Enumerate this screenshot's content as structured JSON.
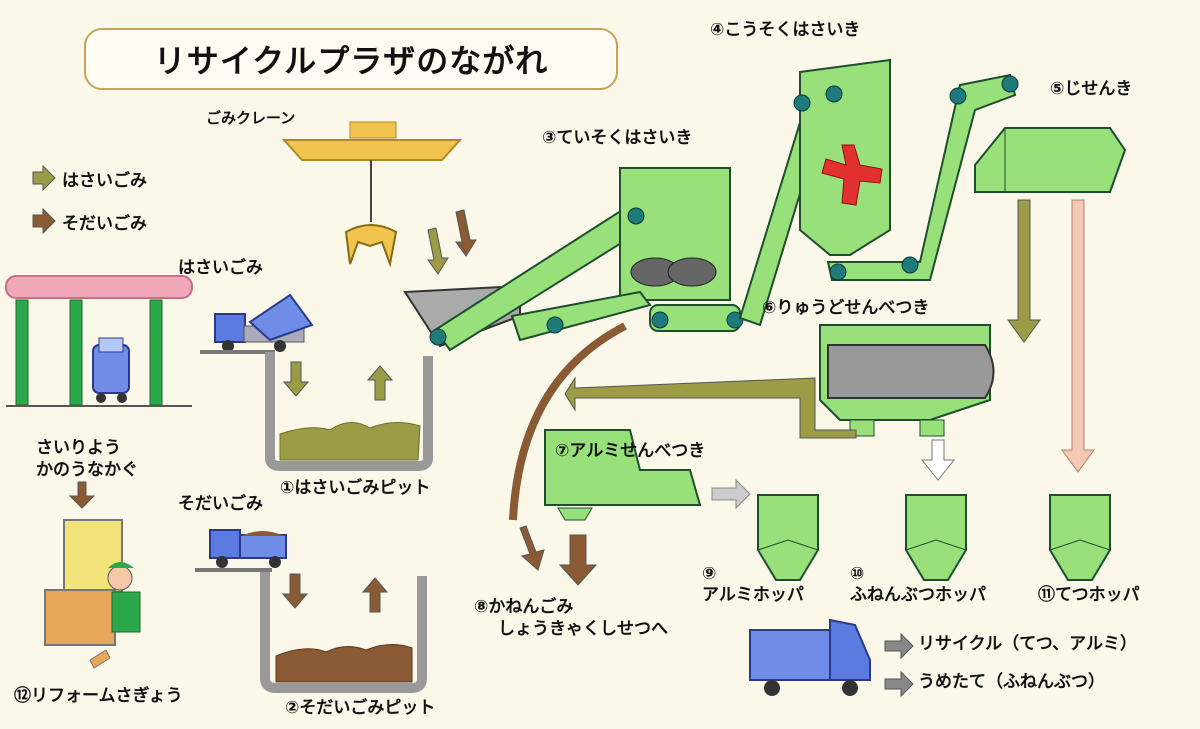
{
  "title": "リサイクルプラザのながれ",
  "legend": [
    {
      "label": "はさいごみ",
      "color": "#9b9c45"
    },
    {
      "label": "そだいごみ",
      "color": "#8a5a35"
    }
  ],
  "labels": {
    "crane": "ごみクレーン",
    "crushable_arrive": "はさいごみ",
    "bulky_arrive": "そだいごみ",
    "pit1": "①はさいごみピット",
    "pit2": "②そだいごみピット",
    "low_speed": "③ていそくはさいき",
    "high_speed": "④こうそくはさいき",
    "magnet": "⑤じせんき",
    "flow_sorter": "⑥りゅうどせんべつき",
    "alum_sorter": "⑦アルミせんべつき",
    "combustible_line1": "⑧かねんごみ",
    "combustible_line2": "しょうきゃくしせつへ",
    "alum_hopper_num": "⑨",
    "alum_hopper": "アルミホッパ",
    "nonburn_num": "⑩",
    "nonburn_hopper": "ふねんぶつホッパ",
    "iron_hopper": "⑪てつホッパ",
    "reuse_line1": "さいりよう",
    "reuse_line2": "かのうなかぐ",
    "reform": "⑫リフォームさぎょう",
    "recycle": "リサイクル（てつ、アルミ）",
    "landfill": "うめたて（ふねんぶつ）"
  },
  "colors": {
    "machine": "#98e07a",
    "outline": "#1d4f2d",
    "crushable": "#9b9c45",
    "bulky": "#8a5a35",
    "iron": "#f4c9b3",
    "crane": "#f1c44f",
    "roller": "#1f7a7a",
    "rotor": "#e03030",
    "truck_blue": "#5c7be0"
  }
}
